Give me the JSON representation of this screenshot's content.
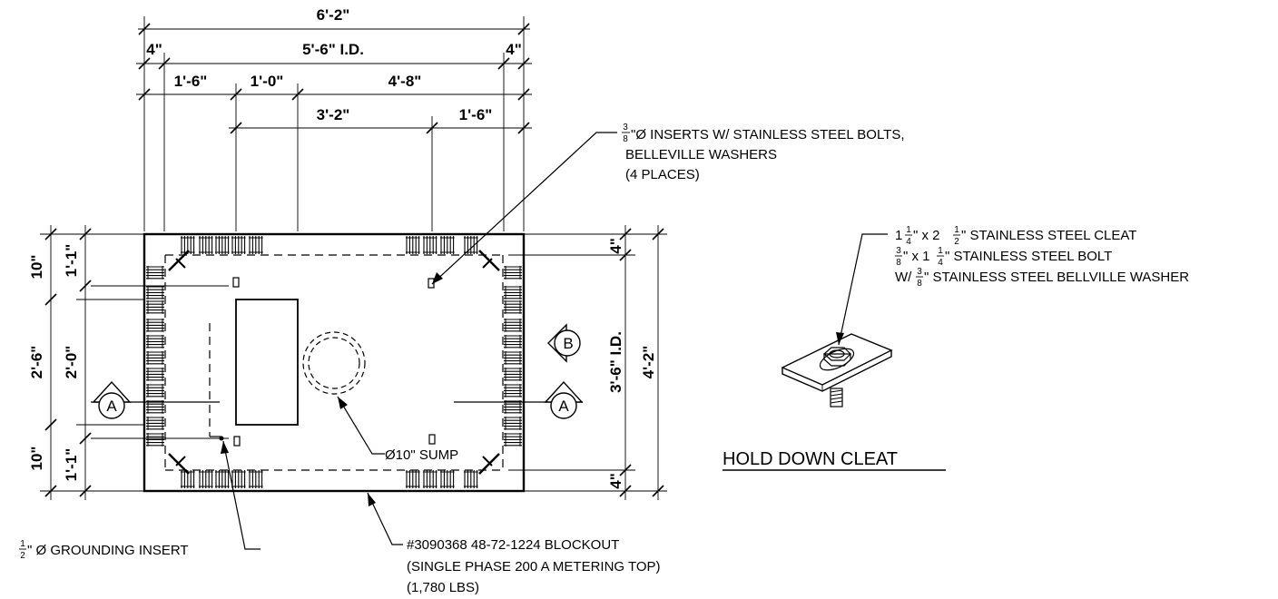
{
  "dimensions": {
    "overall_width": "6'-2\"",
    "wall_left": "4\"",
    "inner_width": "5'-6\" I.D.",
    "wall_right": "4\"",
    "d_1_6a": "1'-6\"",
    "d_1_0": "1'-0\"",
    "d_4_8": "4'-8\"",
    "d_3_2": "3'-2\"",
    "d_1_6b": "1'-6\"",
    "left_10_top": "10\"",
    "left_1_1_top": "1'-1\"",
    "left_2_6": "2'-6\"",
    "left_2_0": "2'-0\"",
    "left_10_bot": "10\"",
    "left_1_1_bot": "1'-1\"",
    "right_4_top": "4\"",
    "right_id": "3'-6\" I.D.",
    "right_overall": "4'-2\"",
    "right_4_bot": "4\""
  },
  "notes": {
    "inserts_frac": [
      "3",
      "8"
    ],
    "inserts_line1": "\"Ø  INSERTS W/ STAINLESS STEEL BOLTS,",
    "inserts_line2": "BELLEVILLE WASHERS",
    "inserts_line3": "(4 PLACES)",
    "sump": "Ø10\" SUMP",
    "ground_frac": [
      "1",
      "2"
    ],
    "ground": "\" Ø GROUNDING INSERT",
    "blockout_line1": "#3090368 48-72-1224 BLOCKOUT",
    "blockout_line2": "(SINGLE PHASE 200 A METERING TOP)",
    "blockout_line3": "(1,780 LBS)",
    "cleat_line1_a": "1",
    "cleat_line1_f1": [
      "1",
      "4"
    ],
    "cleat_line1_b": "\" x 2",
    "cleat_line1_f2": [
      "1",
      "2"
    ],
    "cleat_line1_c": "\" STAINLESS STEEL CLEAT",
    "cleat_line2_f1": [
      "3",
      "8"
    ],
    "cleat_line2_a": "\" x 1",
    "cleat_line2_f2": [
      "1",
      "4"
    ],
    "cleat_line2_b": "\" STAINLESS STEEL BOLT",
    "cleat_line3_a": "W/",
    "cleat_line3_f": [
      "3",
      "8"
    ],
    "cleat_line3_b": "\" STAINLESS STEEL BELLVILLE WASHER"
  },
  "section_markers": {
    "a_left": "A",
    "a_right": "A",
    "b": "B"
  },
  "detail_title": "HOLD DOWN CLEAT"
}
